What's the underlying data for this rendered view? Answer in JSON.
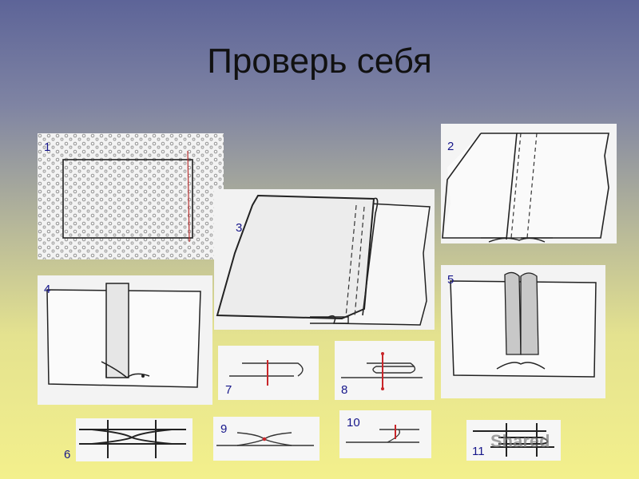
{
  "title": "Проверь себя",
  "figures": [
    {
      "number": "1"
    },
    {
      "number": "2"
    },
    {
      "number": "3"
    },
    {
      "number": "4"
    },
    {
      "number": "5"
    },
    {
      "number": "6"
    },
    {
      "number": "7"
    },
    {
      "number": "8"
    },
    {
      "number": "9"
    },
    {
      "number": "10"
    },
    {
      "number": "11"
    }
  ],
  "colors": {
    "background_top": "#5d6498",
    "background_bottom": "#f3f08c",
    "label_color": "#16168a",
    "stitch_red": "#c8262a"
  },
  "watermark": "Shared"
}
